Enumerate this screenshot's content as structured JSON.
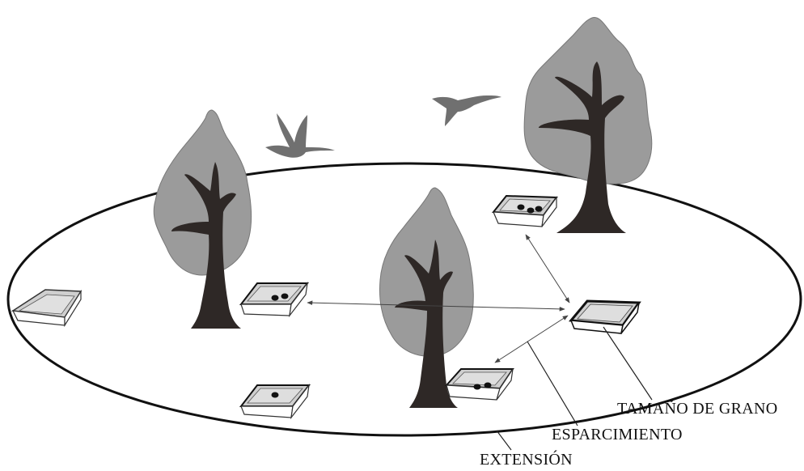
{
  "labels": {
    "grain": "TAMAÑO DE GRANO",
    "spacing": "ESPARCIMIENTO",
    "extent": "EXTENSIÓN"
  },
  "icons": [
    "tree-icon",
    "bird-icon",
    "seed-tray-icon",
    "seed-icon",
    "arrow-icon"
  ],
  "colors": {
    "canopy": "#9b9b9b",
    "trunk": "#2e2826",
    "bird": "#707070",
    "outline": "#111111",
    "tray_fill": "#d0d0d0"
  }
}
